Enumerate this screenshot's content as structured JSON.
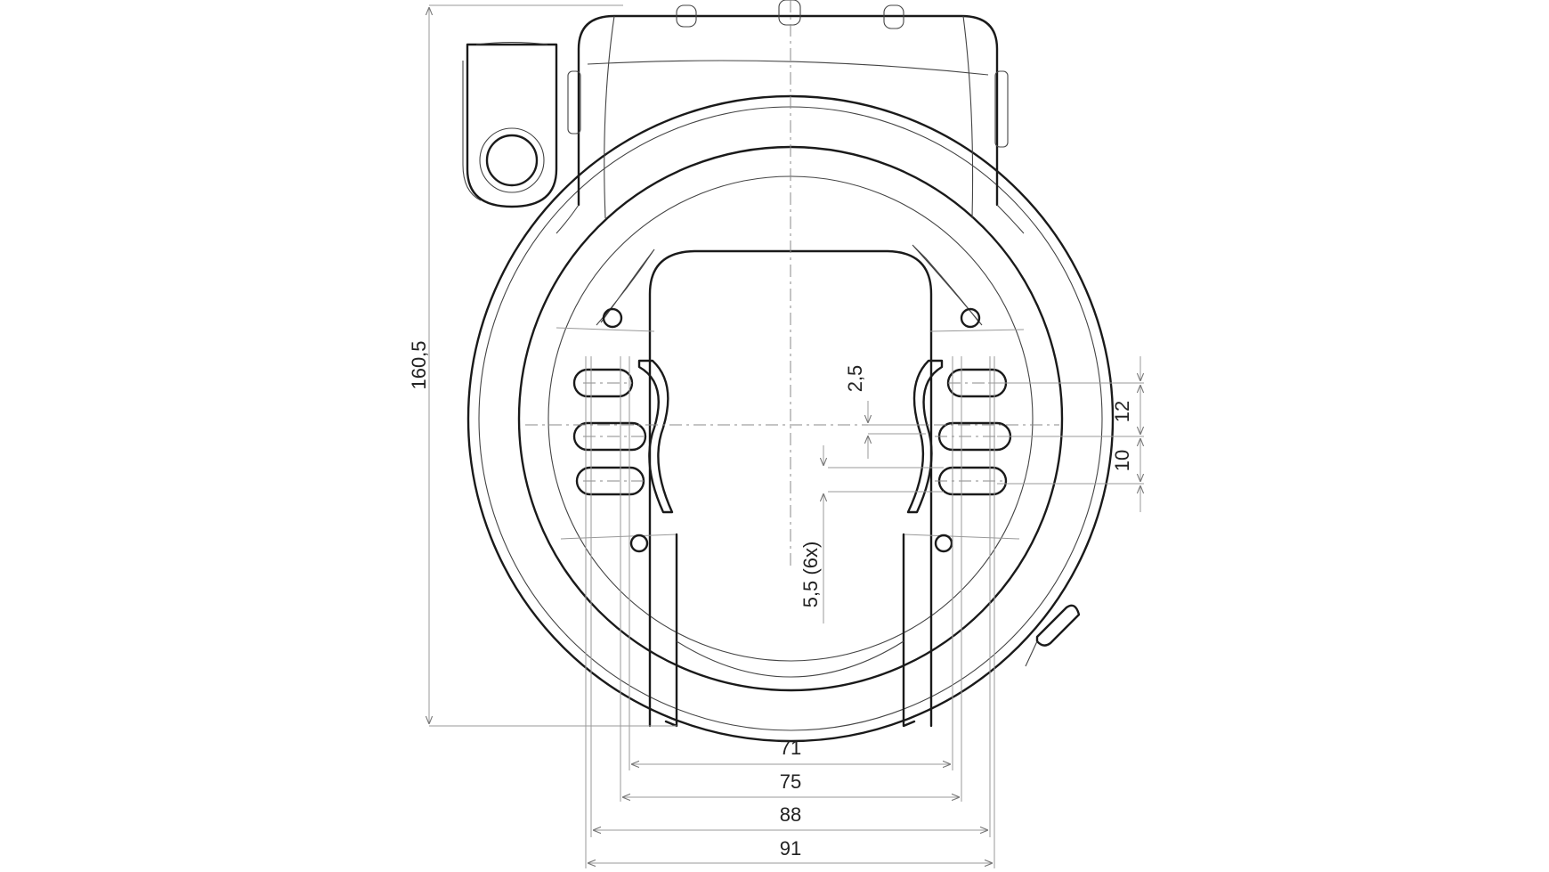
{
  "dimensions": {
    "height_total": "160,5",
    "pitch_top": "2,5",
    "hole_size": "5,5  (6x)",
    "right_spacing_1": "12",
    "right_spacing_2": "10",
    "width_71": "71",
    "width_75": "75",
    "width_88": "88",
    "width_91": "91"
  }
}
